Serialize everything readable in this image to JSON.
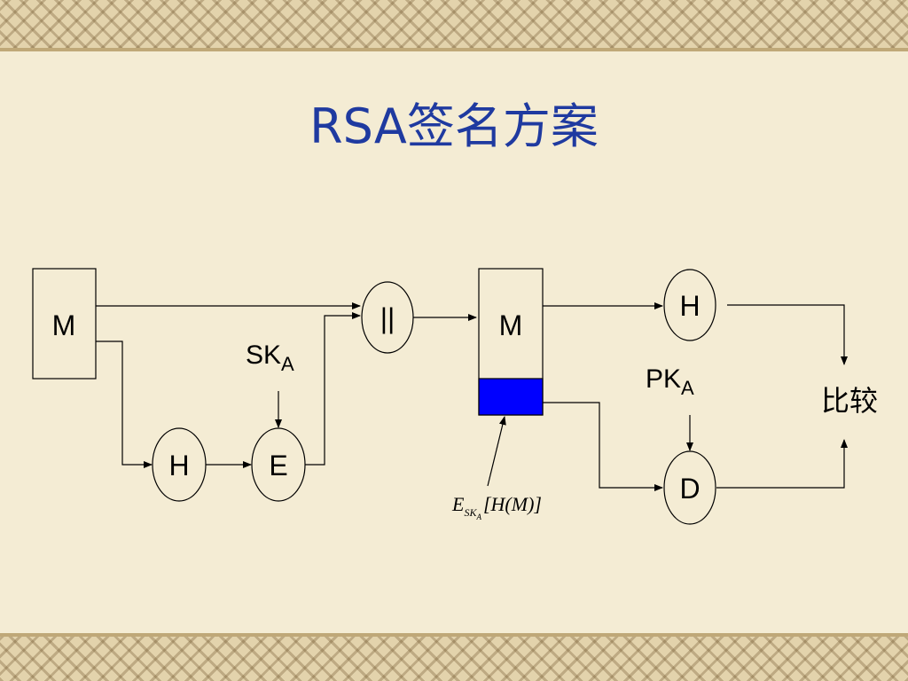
{
  "title": "RSA签名方案",
  "nodes": {
    "msg_sender": "M",
    "hash_sender": "H",
    "encrypt": "E",
    "concat": "||",
    "msg_receiver": "M",
    "hash_receiver": "H",
    "decrypt": "D"
  },
  "keys": {
    "private_key": {
      "base": "SK",
      "sub": "A"
    },
    "public_key": {
      "base": "PK",
      "sub": "A"
    }
  },
  "compare_label": "比较",
  "signature_formula": {
    "E": "E",
    "sub": "SK",
    "subsub": "A",
    "body": "[H(M)]"
  },
  "colors": {
    "title": "#1f3aa0",
    "signature_block": "#0000ff",
    "background": "#f4ecd4"
  }
}
